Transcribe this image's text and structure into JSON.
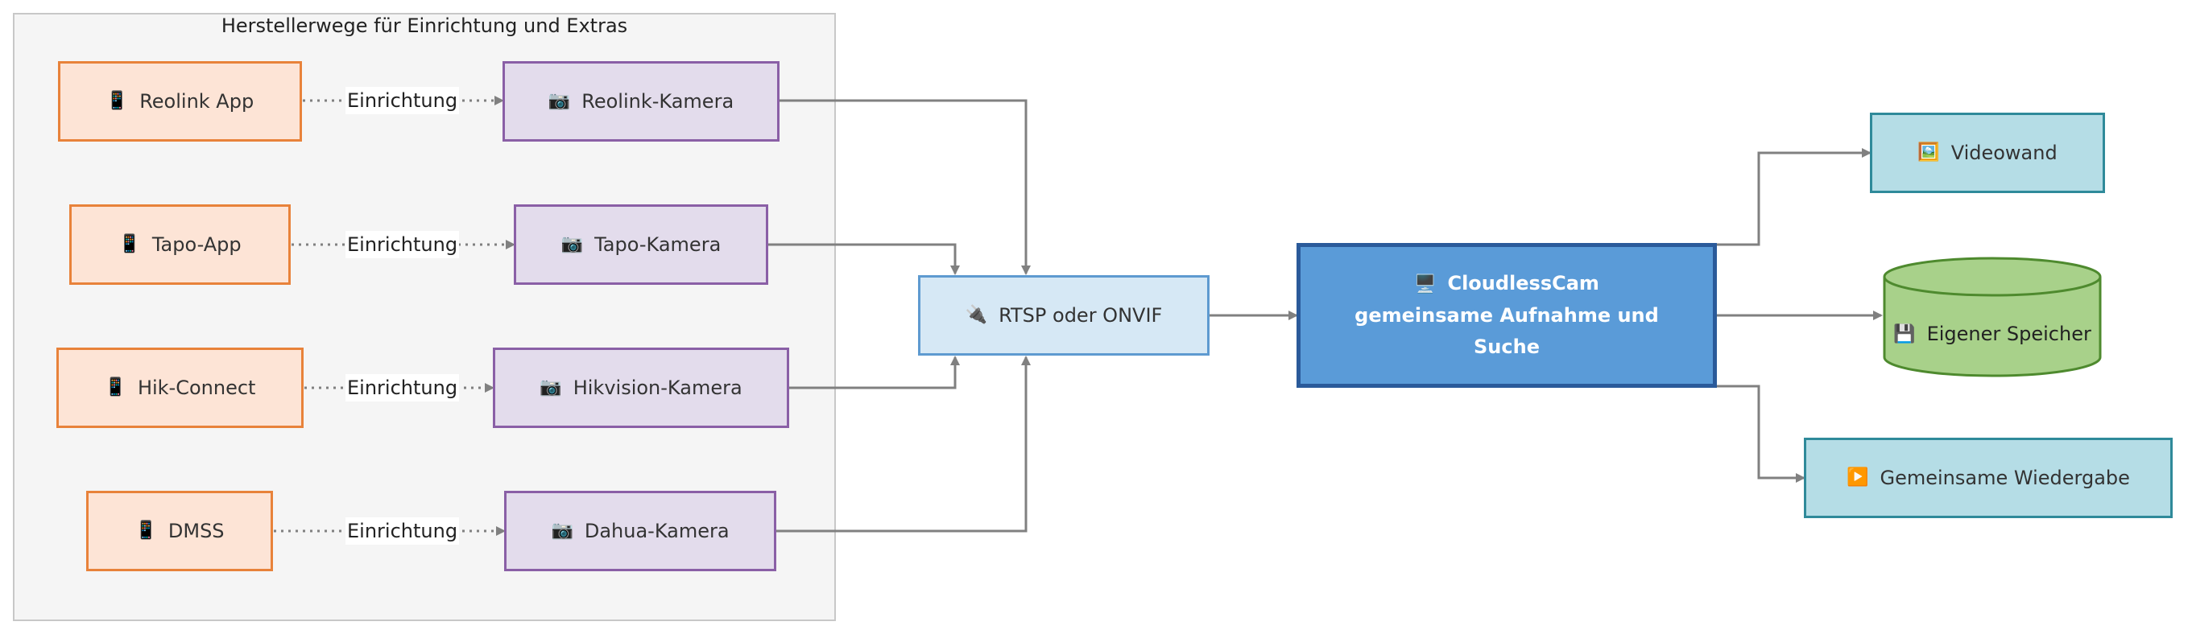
{
  "group": {
    "title": "Herstellerwege für Einrichtung und Extras"
  },
  "edge_label": "Einrichtung",
  "apps": [
    {
      "icon": "📱",
      "icon_name": "mobile-phone-icon",
      "label": "Reolink App"
    },
    {
      "icon": "📱",
      "icon_name": "mobile-phone-icon",
      "label": "Tapo-App"
    },
    {
      "icon": "📱",
      "icon_name": "mobile-phone-icon",
      "label": "Hik-Connect"
    },
    {
      "icon": "📱",
      "icon_name": "mobile-phone-icon",
      "label": "DMSS"
    }
  ],
  "cameras": [
    {
      "icon": "📷",
      "icon_name": "camera-icon",
      "label": "Reolink-Kamera"
    },
    {
      "icon": "📷",
      "icon_name": "camera-icon",
      "label": "Tapo-Kamera"
    },
    {
      "icon": "📷",
      "icon_name": "camera-icon",
      "label": "Hikvision-Kamera"
    },
    {
      "icon": "📷",
      "icon_name": "camera-icon",
      "label": "Dahua-Kamera"
    }
  ],
  "protocol": {
    "icon": "🔌",
    "icon_name": "plug-icon",
    "label": "RTSP oder ONVIF"
  },
  "core": {
    "icon": "🖥️",
    "icon_name": "computer-icon",
    "line1": "CloudlessCam",
    "line2": "gemeinsame Aufnahme und",
    "line3": "Suche"
  },
  "outputs": {
    "videowall": {
      "icon": "🖼️",
      "icon_name": "framed-picture-icon",
      "label": "Videowand"
    },
    "storage": {
      "icon": "💾",
      "icon_name": "floppy-disk-icon",
      "label": "Eigener Speicher"
    },
    "playback": {
      "icon": "▶️",
      "icon_name": "play-button-icon",
      "label": "Gemeinsame Wiedergabe"
    }
  },
  "colors": {
    "app_fill": "#fde4d6",
    "app_stroke": "#e8823a",
    "camera_fill": "#e3dcec",
    "camera_stroke": "#8a5fa6",
    "protocol_fill": "#d6e8f5",
    "protocol_stroke": "#5e9ad0",
    "core_fill": "#5a9bd8",
    "core_stroke": "#2a5a9a",
    "output_fill": "#b5dde6",
    "output_stroke": "#2f8a9a",
    "storage_fill": "#a8d18a",
    "storage_stroke": "#4e8a2e",
    "edge": "#808080"
  }
}
